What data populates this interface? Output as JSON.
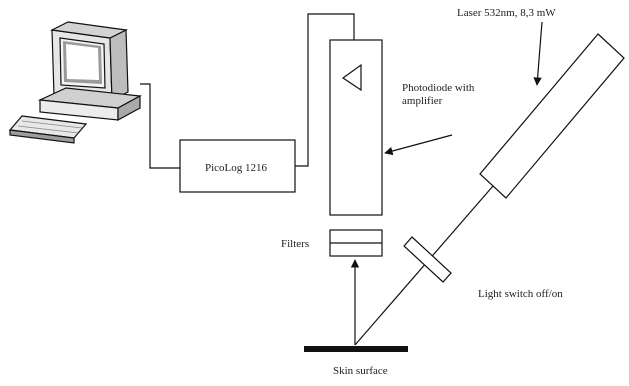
{
  "diagram": {
    "labels": {
      "laser": "Laser 532nm, 8,3 mW",
      "photodiode_line1": "Photodiode with",
      "photodiode_line2": "amplifier",
      "picolog": "PicoLog 1216",
      "filters": "Filters",
      "light_switch": "Light switch off/on",
      "skin_surface": "Skin surface"
    },
    "colors": {
      "line": "#111111",
      "background": "#ffffff"
    },
    "icons": [
      "computer-icon"
    ]
  }
}
